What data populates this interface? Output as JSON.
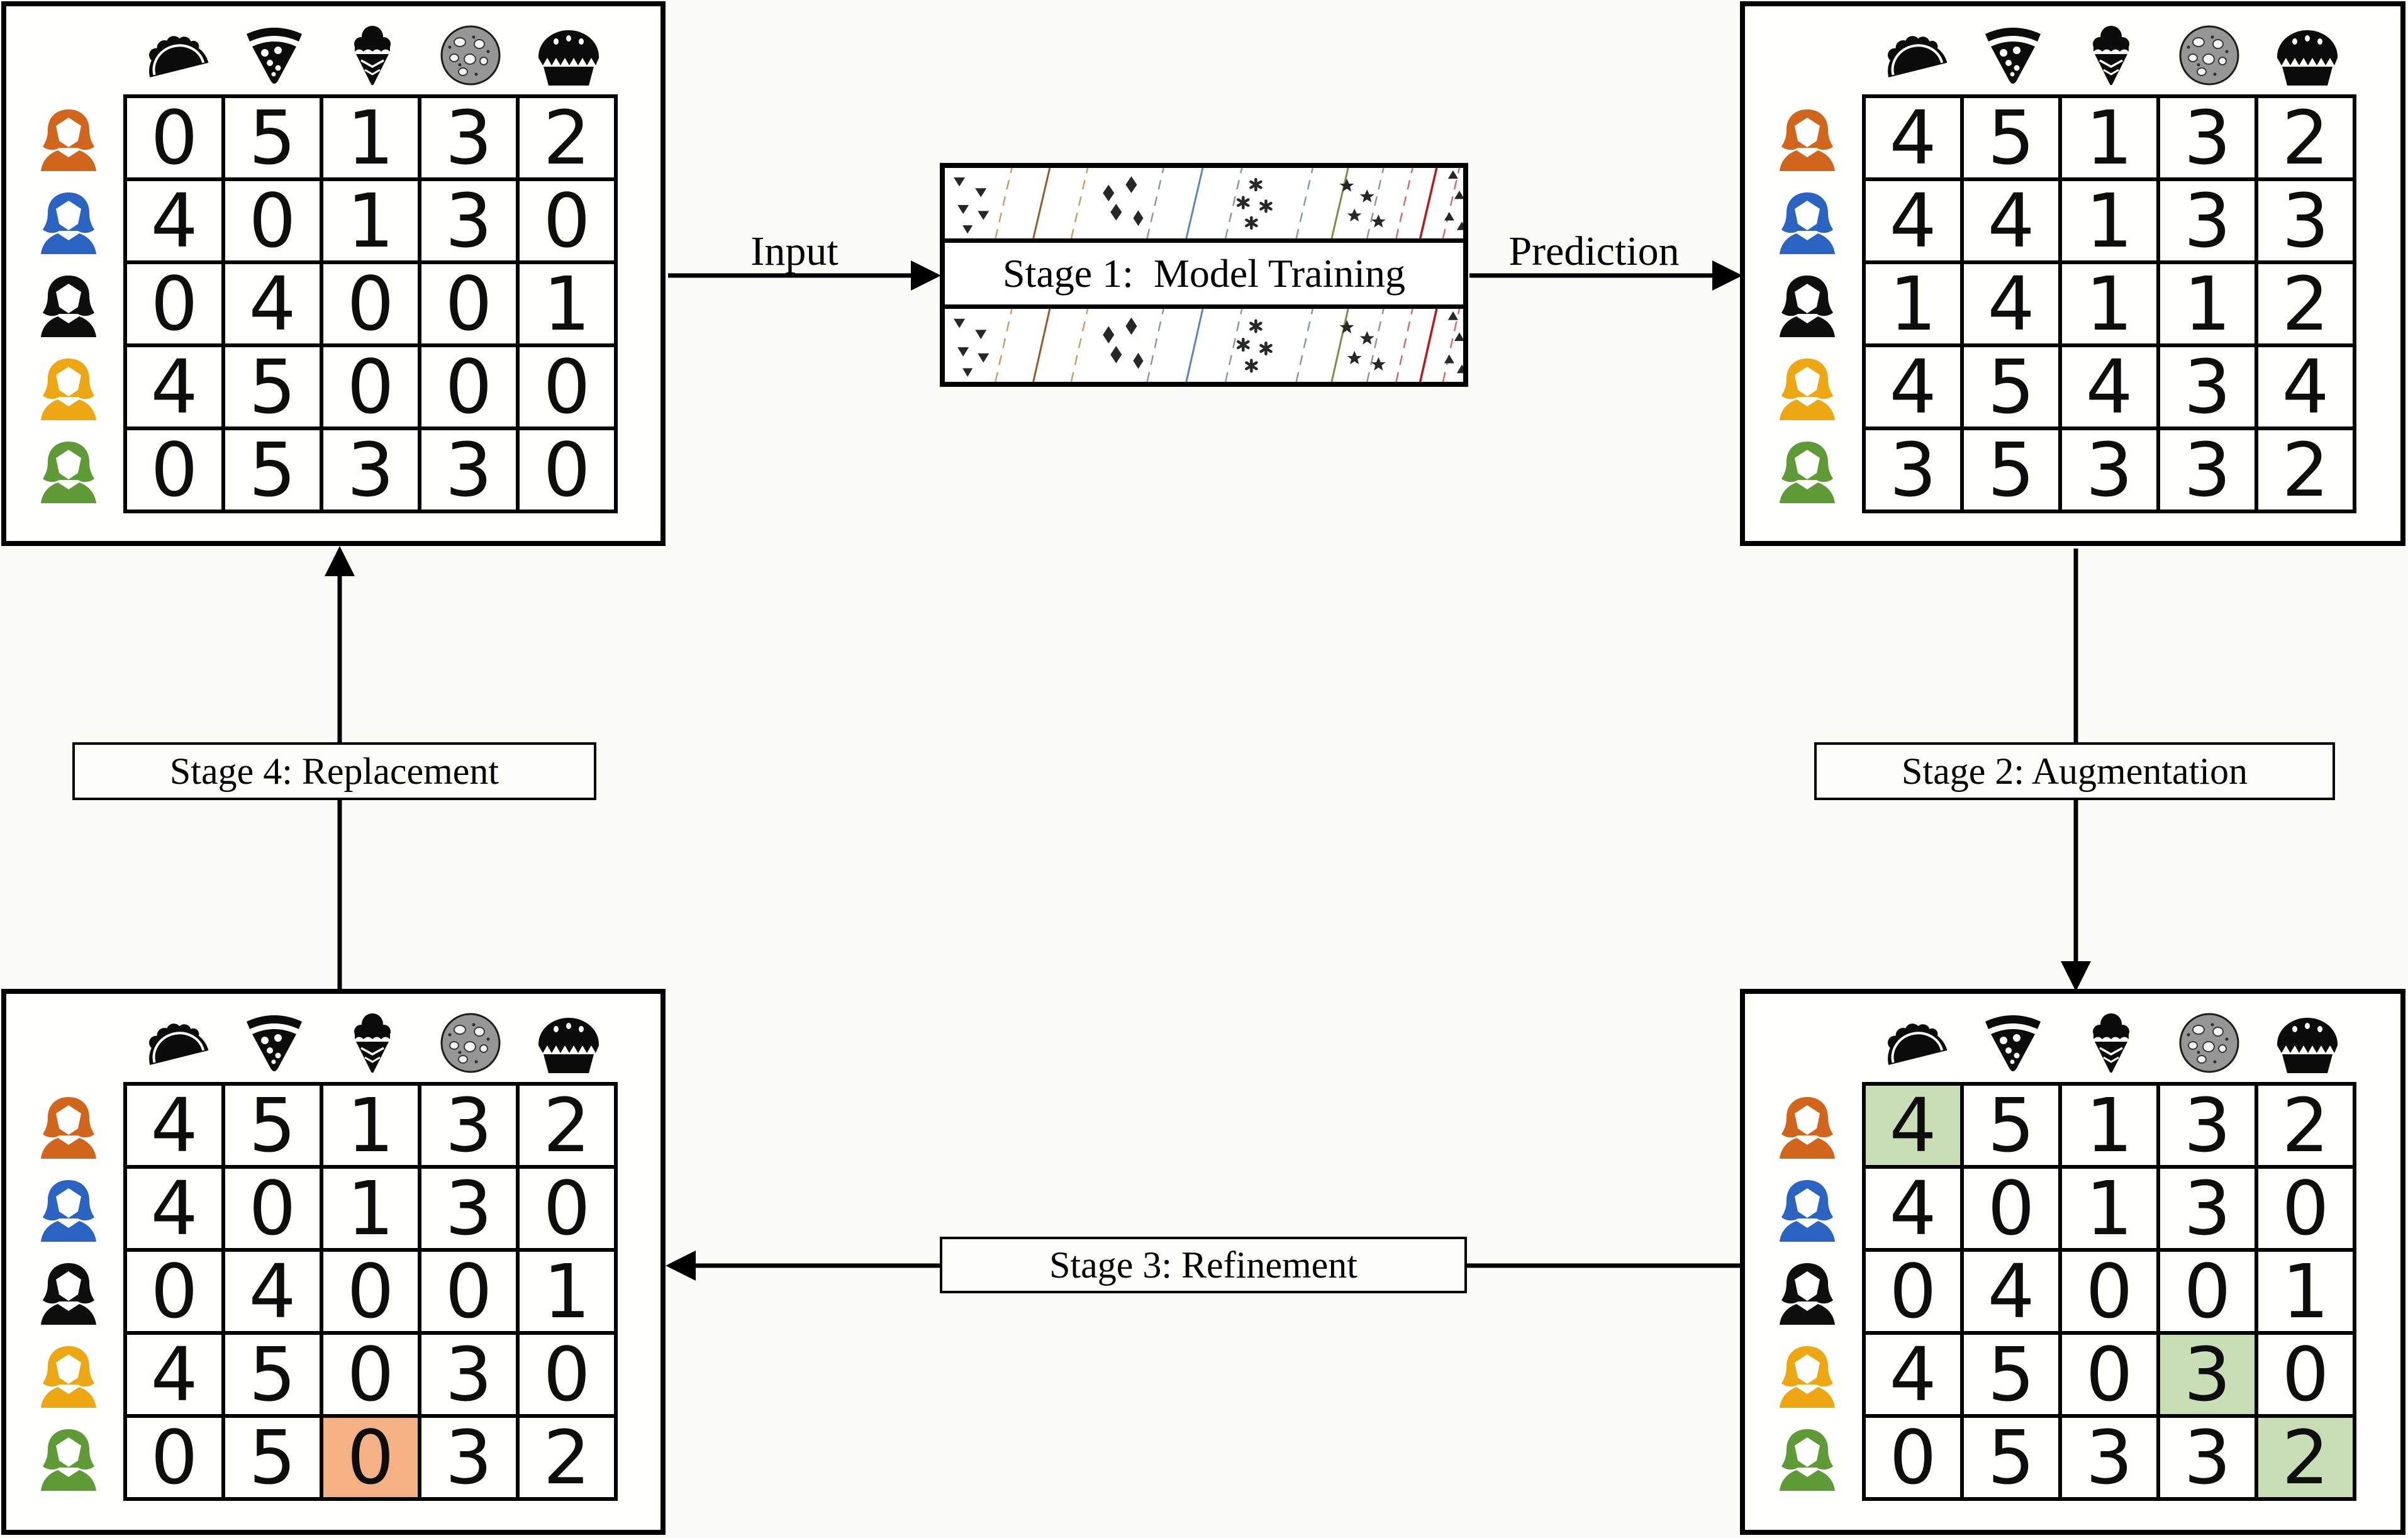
{
  "labels": {
    "input": "Input",
    "prediction": "Prediction"
  },
  "stage_boxes": {
    "stage1": "Stage 1:  Model Training",
    "stage2": "Stage 2: Augmentation",
    "stage3": "Stage 3: Refinement",
    "stage4": "Stage 4: Replacement"
  },
  "food_columns": [
    "taco",
    "pizza",
    "ice-cream",
    "cookie",
    "pie"
  ],
  "user_rows": [
    {
      "id": "orange",
      "color": "#d2651c"
    },
    {
      "id": "blue",
      "color": "#2a63c1"
    },
    {
      "id": "black",
      "color": "#0e0e0e"
    },
    {
      "id": "gold",
      "color": "#eda712"
    },
    {
      "id": "green",
      "color": "#5e9b37"
    }
  ],
  "highlight_colors": {
    "green": "#c8dfb5",
    "orange": "#f4b183"
  },
  "matrices": {
    "top_left": {
      "rows": [
        [
          0,
          5,
          1,
          3,
          2
        ],
        [
          4,
          0,
          1,
          3,
          0
        ],
        [
          0,
          4,
          0,
          0,
          1
        ],
        [
          4,
          5,
          0,
          0,
          0
        ],
        [
          0,
          5,
          3,
          3,
          0
        ]
      ],
      "highlights": []
    },
    "top_right": {
      "rows": [
        [
          4,
          5,
          1,
          3,
          2
        ],
        [
          4,
          4,
          1,
          3,
          3
        ],
        [
          1,
          4,
          1,
          1,
          2
        ],
        [
          4,
          5,
          4,
          3,
          4
        ],
        [
          3,
          5,
          3,
          3,
          2
        ]
      ],
      "highlights": []
    },
    "bottom_right": {
      "rows": [
        [
          4,
          5,
          1,
          3,
          2
        ],
        [
          4,
          0,
          1,
          3,
          0
        ],
        [
          0,
          4,
          0,
          0,
          1
        ],
        [
          4,
          5,
          0,
          3,
          0
        ],
        [
          0,
          5,
          3,
          3,
          2
        ]
      ],
      "highlights": [
        {
          "row": 0,
          "col": 0,
          "color": "green"
        },
        {
          "row": 3,
          "col": 3,
          "color": "green"
        },
        {
          "row": 4,
          "col": 4,
          "color": "green"
        }
      ]
    },
    "bottom_left": {
      "rows": [
        [
          4,
          5,
          1,
          3,
          2
        ],
        [
          4,
          0,
          1,
          3,
          0
        ],
        [
          0,
          4,
          0,
          0,
          1
        ],
        [
          4,
          5,
          0,
          3,
          0
        ],
        [
          0,
          5,
          0,
          3,
          2
        ]
      ],
      "highlights": [
        {
          "row": 4,
          "col": 2,
          "color": "orange"
        }
      ]
    }
  }
}
